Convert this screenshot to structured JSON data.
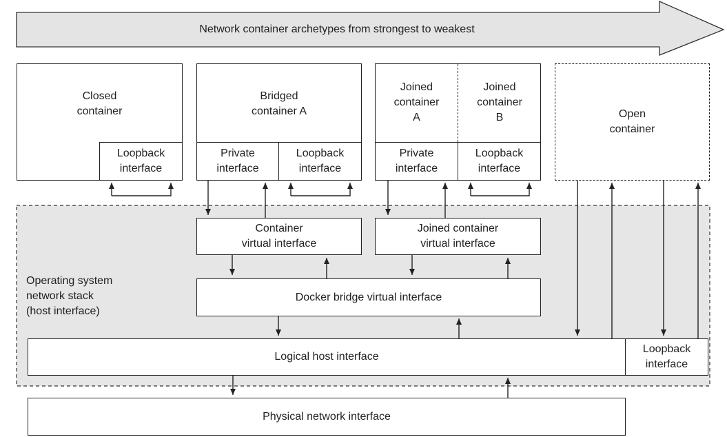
{
  "banner": {
    "label": "Network container archetypes from strongest to weakest"
  },
  "containers": {
    "closed": {
      "title": "Closed\ncontainer",
      "loopback": "Loopback\ninterface"
    },
    "bridged": {
      "title": "Bridged\ncontainer A",
      "private": "Private\ninterface",
      "loopback": "Loopback\ninterface"
    },
    "joined_a": {
      "title": "Joined\ncontainer\nA",
      "private": "Private\ninterface"
    },
    "joined_b": {
      "title": "Joined\ncontainer\nB",
      "loopback": "Loopback\ninterface"
    },
    "open": {
      "title": "Open\ncontainer"
    }
  },
  "host": {
    "stack_label": "Operating system\nnetwork stack\n(host interface)",
    "container_virtual": "Container\nvirtual interface",
    "joined_virtual": "Joined container\nvirtual interface",
    "docker_bridge": "Docker bridge virtual interface",
    "logical_host": "Logical host interface",
    "host_loopback": "Loopback\ninterface"
  },
  "physical": {
    "label": "Physical network interface"
  },
  "colors": {
    "banner_fill": "#e4e4e4",
    "stack_fill": "#e6e6e6",
    "line": "#222222"
  }
}
